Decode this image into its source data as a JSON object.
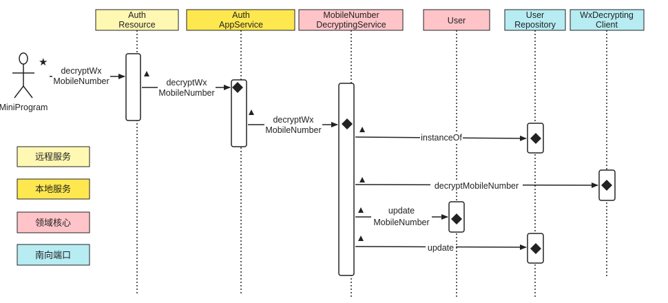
{
  "colors": {
    "remote": "#fff8b3",
    "local": "#ffe84f",
    "domain": "#ffc4c8",
    "south": "#b6ecf2",
    "line": "#222222"
  },
  "actor": {
    "name": "MiniProgram",
    "star": "★"
  },
  "participants": [
    {
      "id": "auth_resource",
      "lines": [
        "Auth",
        "Resource"
      ],
      "kind": "remote"
    },
    {
      "id": "auth_appservice",
      "lines": [
        "Auth",
        "AppService"
      ],
      "kind": "local"
    },
    {
      "id": "mobile_decrypting_service",
      "lines": [
        "MobileNumber",
        "DecryptingService"
      ],
      "kind": "domain"
    },
    {
      "id": "user",
      "lines": [
        "User"
      ],
      "kind": "domain"
    },
    {
      "id": "user_repository",
      "lines": [
        "User",
        "Repository"
      ],
      "kind": "south"
    },
    {
      "id": "wx_decrypting_client",
      "lines": [
        "WxDecrypting",
        "Client"
      ],
      "kind": "south"
    }
  ],
  "messages": [
    {
      "id": "m1",
      "lines": [
        "decryptWx",
        "MobileNumber"
      ]
    },
    {
      "id": "m2",
      "lines": [
        "decryptWx",
        "MobileNumber"
      ]
    },
    {
      "id": "m3",
      "lines": [
        "decryptWx",
        "MobileNumber"
      ]
    },
    {
      "id": "m4",
      "lines": [
        "instanceOf"
      ]
    },
    {
      "id": "m5",
      "lines": [
        "decryptMobileNumber"
      ]
    },
    {
      "id": "m6",
      "lines": [
        "update",
        "MobileNumber"
      ]
    },
    {
      "id": "m7",
      "lines": [
        "update"
      ]
    }
  ],
  "legend": [
    {
      "label": "远程服务",
      "kind": "remote"
    },
    {
      "label": "本地服务",
      "kind": "local"
    },
    {
      "label": "领域核心",
      "kind": "domain"
    },
    {
      "label": "南向端口",
      "kind": "south"
    }
  ]
}
